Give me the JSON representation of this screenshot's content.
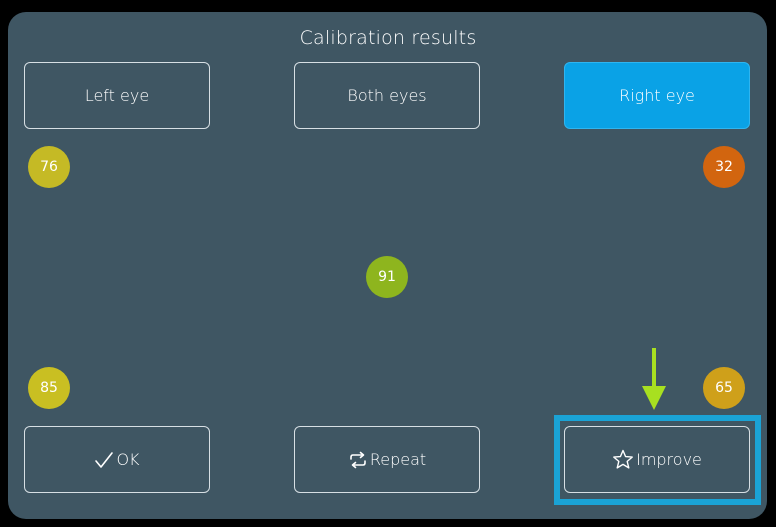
{
  "title": "Calibration results",
  "eye_buttons": [
    {
      "label": "Left eye",
      "active": false
    },
    {
      "label": "Both eyes",
      "active": false
    },
    {
      "label": "Right eye",
      "active": true
    }
  ],
  "points": [
    {
      "name": "top-left",
      "value": "76",
      "color": "#c5ba25"
    },
    {
      "name": "top-right",
      "value": "32",
      "color": "#d2650f"
    },
    {
      "name": "center",
      "value": "91",
      "color": "#8eb51e"
    },
    {
      "name": "bottom-left",
      "value": "85",
      "color": "#c9bf22"
    },
    {
      "name": "bottom-right",
      "value": "65",
      "color": "#cfa01a"
    }
  ],
  "actions": {
    "ok": {
      "label": "OK",
      "icon": "checkmark-icon"
    },
    "repeat": {
      "label": "Repeat",
      "icon": "repeat-icon"
    },
    "improve": {
      "label": "Improve",
      "icon": "star-icon"
    }
  },
  "colors": {
    "background": "#3f5663",
    "active_button": "#0aa2e6",
    "highlight_frame": "#1aa3d6",
    "pointer_arrow": "#a8e020"
  }
}
